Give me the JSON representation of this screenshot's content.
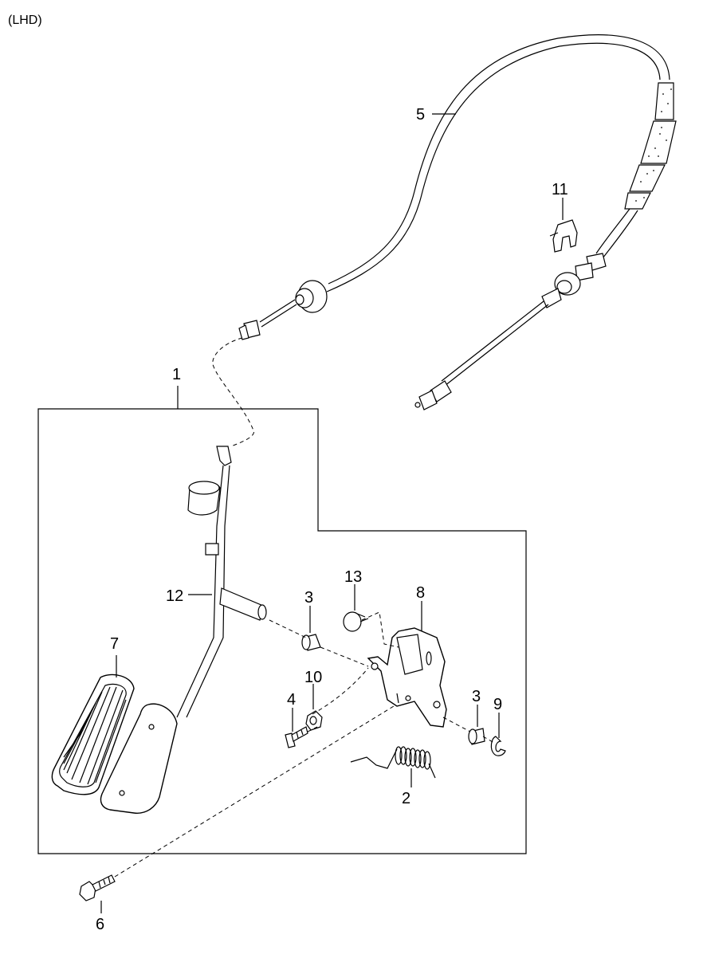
{
  "corner_label": "(LHD)",
  "callouts": {
    "c1": "1",
    "c2": "2",
    "c3a": "3",
    "c3b": "3",
    "c4": "4",
    "c5": "5",
    "c6": "6",
    "c7": "7",
    "c8": "8",
    "c9": "9",
    "c10": "10",
    "c11": "11",
    "c12": "12",
    "c13": "13"
  }
}
